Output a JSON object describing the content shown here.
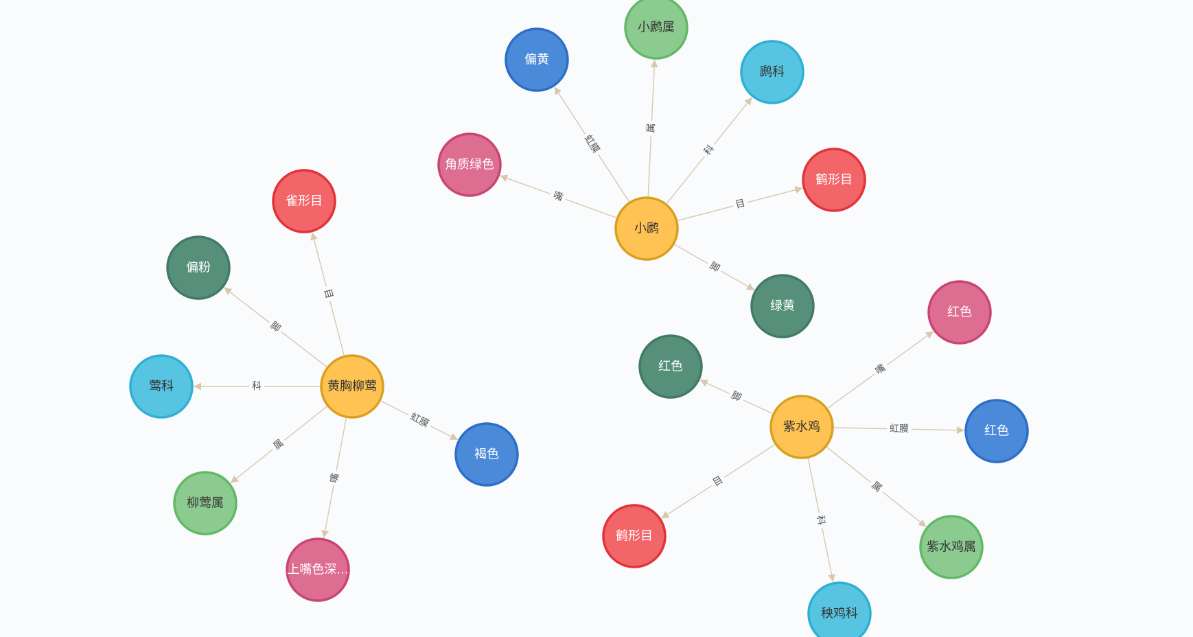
{
  "colors": {
    "edge": "#d9c8ad",
    "center": {
      "fill": "#ffc353",
      "stroke": "#d9a020",
      "text": "#333333"
    },
    "order": {
      "fill": "#f26569",
      "stroke": "#e03438",
      "text": "#ffffff"
    },
    "iris": {
      "fill": "#4b8ad9",
      "stroke": "#2f6ec6",
      "text": "#ffffff"
    },
    "foot": {
      "fill": "#568f7a",
      "stroke": "#427a66",
      "text": "#ffffff"
    },
    "family": {
      "fill": "#57c5e1",
      "stroke": "#2fb0d2",
      "text": "#333333"
    },
    "genus": {
      "fill": "#8ccb90",
      "stroke": "#63b868",
      "text": "#333333"
    },
    "beak": {
      "fill": "#dd6d91",
      "stroke": "#c84671",
      "text": "#ffffff"
    }
  },
  "nodes": [
    {
      "id": "n1",
      "label": "小䴘",
      "type": "center"
    },
    {
      "id": "n2",
      "label": "偏黄",
      "type": "iris"
    },
    {
      "id": "n3",
      "label": "小䴘属",
      "type": "genus"
    },
    {
      "id": "n4",
      "label": "䴘科",
      "type": "family"
    },
    {
      "id": "n5",
      "label": "角质绿色",
      "type": "beak"
    },
    {
      "id": "n6",
      "label": "鹤形目",
      "type": "order"
    },
    {
      "id": "n7",
      "label": "绿黄",
      "type": "foot"
    },
    {
      "id": "n8",
      "label": "黄胸柳莺",
      "type": "center"
    },
    {
      "id": "n9",
      "label": "雀形目",
      "type": "order"
    },
    {
      "id": "n10",
      "label": "偏粉",
      "type": "foot"
    },
    {
      "id": "n11",
      "label": "莺科",
      "type": "family"
    },
    {
      "id": "n12",
      "label": "柳莺属",
      "type": "genus"
    },
    {
      "id": "n13",
      "label": "上嘴色深...",
      "type": "beak"
    },
    {
      "id": "n14",
      "label": "褐色",
      "type": "iris"
    },
    {
      "id": "n15",
      "label": "紫水鸡",
      "type": "center"
    },
    {
      "id": "n16",
      "label": "红色",
      "type": "foot"
    },
    {
      "id": "n17",
      "label": "红色",
      "type": "beak"
    },
    {
      "id": "n18",
      "label": "红色",
      "type": "iris"
    },
    {
      "id": "n19",
      "label": "紫水鸡属",
      "type": "genus"
    },
    {
      "id": "n20",
      "label": "秧鸡科",
      "type": "family"
    },
    {
      "id": "n21",
      "label": "鹤形目",
      "type": "order"
    }
  ],
  "edges": [
    {
      "from": "n1",
      "to": "n2",
      "label": "虹膜"
    },
    {
      "from": "n1",
      "to": "n3",
      "label": "属"
    },
    {
      "from": "n1",
      "to": "n4",
      "label": "科"
    },
    {
      "from": "n1",
      "to": "n5",
      "label": "嘴"
    },
    {
      "from": "n1",
      "to": "n6",
      "label": "目"
    },
    {
      "from": "n1",
      "to": "n7",
      "label": "脚"
    },
    {
      "from": "n8",
      "to": "n9",
      "label": "目"
    },
    {
      "from": "n8",
      "to": "n10",
      "label": "脚"
    },
    {
      "from": "n8",
      "to": "n11",
      "label": "科"
    },
    {
      "from": "n8",
      "to": "n12",
      "label": "属"
    },
    {
      "from": "n8",
      "to": "n13",
      "label": "嘴"
    },
    {
      "from": "n8",
      "to": "n14",
      "label": "虹膜"
    },
    {
      "from": "n15",
      "to": "n16",
      "label": "脚"
    },
    {
      "from": "n15",
      "to": "n17",
      "label": "嘴"
    },
    {
      "from": "n15",
      "to": "n18",
      "label": "虹膜"
    },
    {
      "from": "n15",
      "to": "n19",
      "label": "属"
    },
    {
      "from": "n15",
      "to": "n20",
      "label": "科"
    },
    {
      "from": "n15",
      "to": "n21",
      "label": "目"
    }
  ]
}
